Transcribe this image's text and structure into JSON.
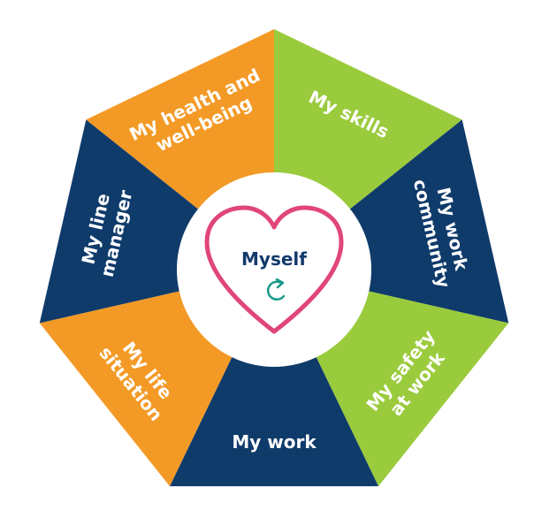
{
  "diagram": {
    "center": {
      "label": "Myself",
      "heart_color": "#e0457b",
      "text_color": "#123a6b",
      "refresh_icon_color": "#1a9a8a",
      "refresh_icon": "refresh-icon"
    },
    "segments": [
      {
        "lines": [
          "My skills"
        ],
        "color": "#9acb3c"
      },
      {
        "lines": [
          "My work",
          "community"
        ],
        "color": "#0f3b6b"
      },
      {
        "lines": [
          "My safety",
          "at work"
        ],
        "color": "#9acb3c"
      },
      {
        "lines": [
          "My work"
        ],
        "color": "#0f3b6b"
      },
      {
        "lines": [
          "My life",
          "situation"
        ],
        "color": "#f39a26"
      },
      {
        "lines": [
          "My line",
          "manager"
        ],
        "color": "#0f3b6b"
      },
      {
        "lines": [
          "My health and",
          "well-being"
        ],
        "color": "#f39a26"
      }
    ]
  }
}
